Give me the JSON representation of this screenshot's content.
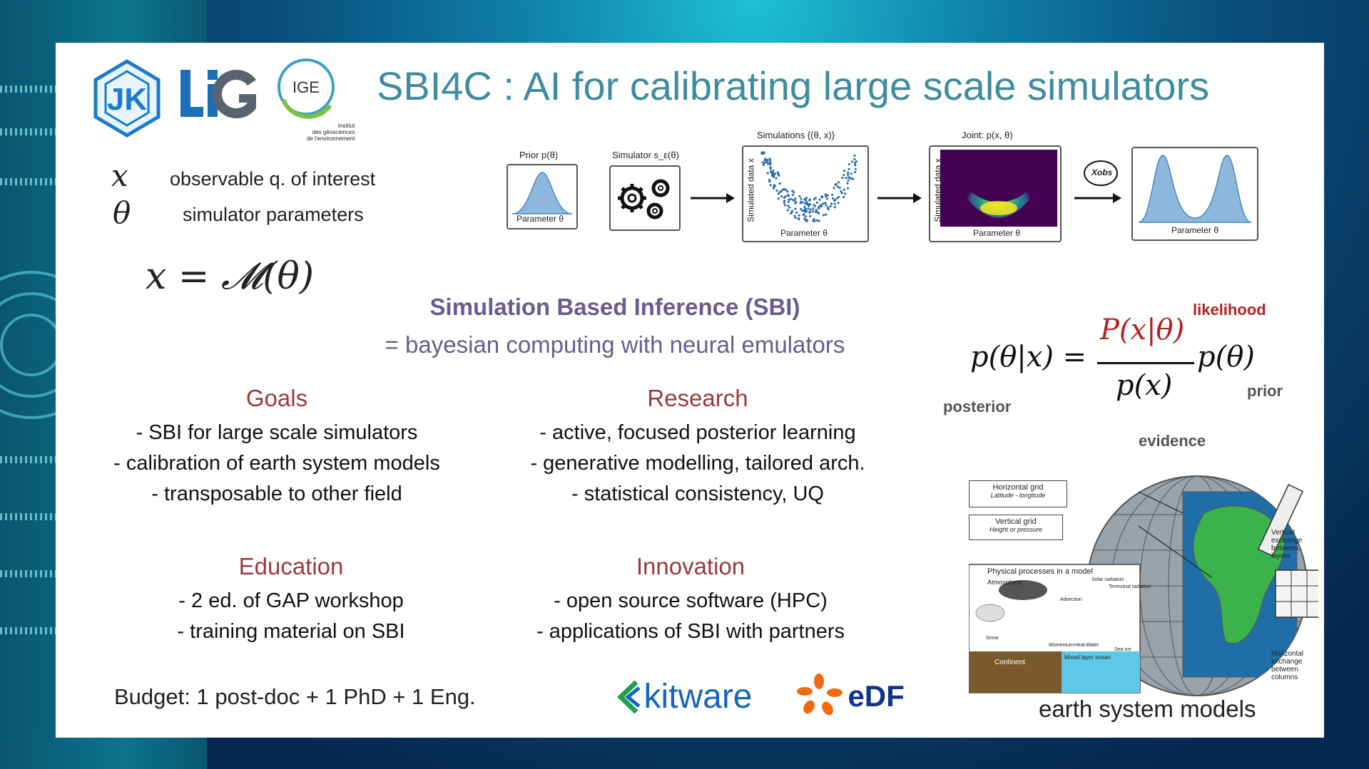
{
  "title": "SBI4C : AI for calibrating large scale simulators",
  "logos": {
    "ige": {
      "name": "IGE",
      "caption": [
        "Institut",
        "des géosciences",
        "de l'environnement"
      ]
    },
    "kitware": "kitware",
    "edf": "eDF"
  },
  "variables": [
    {
      "symbol": "x",
      "description": "observable q. of interest"
    },
    {
      "symbol": "θ",
      "description": "simulator parameters"
    }
  ],
  "main_equation": "x = 𝓜(θ)",
  "sbi": {
    "title": "Simulation Based Inference (SBI)",
    "subtitle": "=  bayesian computing with neural emulators"
  },
  "pipeline": {
    "prior_title": "Prior p(θ)",
    "prior_x": "Parameter θ",
    "simulator_title": "Simulator s_ε(θ)",
    "simulations_title": "Simulations {(θ, x)}",
    "simulations_y": "Simulated data x",
    "simulations_x": "Parameter θ",
    "joint_title": "Joint: p(x, θ)",
    "joint_y": "Simulated data x",
    "joint_x": "Parameter θ",
    "obs_label": "Xobs",
    "posterior_x": "Parameter θ"
  },
  "bayes": {
    "lhs": "p(θ|x) =",
    "numerator": "P(x|θ)",
    "denominator": "p(x)",
    "prior_term": "p(θ)",
    "likelihood_label": "likelihood",
    "prior_label": "prior",
    "posterior_label": "posterior",
    "evidence_label": "evidence",
    "likelihood_color": "#b22222",
    "label_color": "#555555"
  },
  "sections": [
    {
      "id": "goals",
      "title": "Goals",
      "lines": [
        "- SBI for large scale simulators",
        "- calibration of earth system models",
        "- transposable to other field"
      ]
    },
    {
      "id": "research",
      "title": "Research",
      "lines": [
        "- active, focused posterior learning",
        "- generative modelling, tailored arch.",
        "- statistical consistency, UQ"
      ]
    },
    {
      "id": "education",
      "title": "Education",
      "lines": [
        "- 2 ed. of GAP workshop",
        "- training material on SBI"
      ]
    },
    {
      "id": "innovation",
      "title": "Innovation",
      "lines": [
        "- open source software (HPC)",
        "- applications of SBI with partners"
      ]
    }
  ],
  "budget": "Budget: 1 post-doc + 1 PhD + 1 Eng.",
  "earth_model": {
    "caption": "earth system models",
    "horizontal_grid": "Horizontal grid",
    "horizontal_grid_sub": "Latitude - longitude",
    "vertical_grid": "Vertical grid",
    "vertical_grid_sub": "Height or pressure",
    "processes_title": "Physical processes in a model",
    "atmosphere": "Atmosphere",
    "continent": "Continent",
    "mixed_layer": "Mixed layer ocean",
    "advection": "Advection",
    "snow": "Snow",
    "solar": "Solar radiation",
    "terrestrial": "Terrestrial radiation",
    "momentum": "Momentum",
    "heat": "Heat",
    "water": "Water",
    "sea_ice": "Sea ice",
    "vertical_exchange": [
      "Vertical",
      "exchange",
      "between",
      "layers"
    ],
    "horizontal_exchange": [
      "Horizontal",
      "exchange",
      "between",
      "columns"
    ]
  },
  "colors": {
    "title": "#3f8ca0",
    "section_title": "#9b3a3e",
    "sbi": "#6a5c90",
    "kitware": "#1565c0",
    "edf_orange": "#f06b0f",
    "edf_blue": "#12328f"
  }
}
